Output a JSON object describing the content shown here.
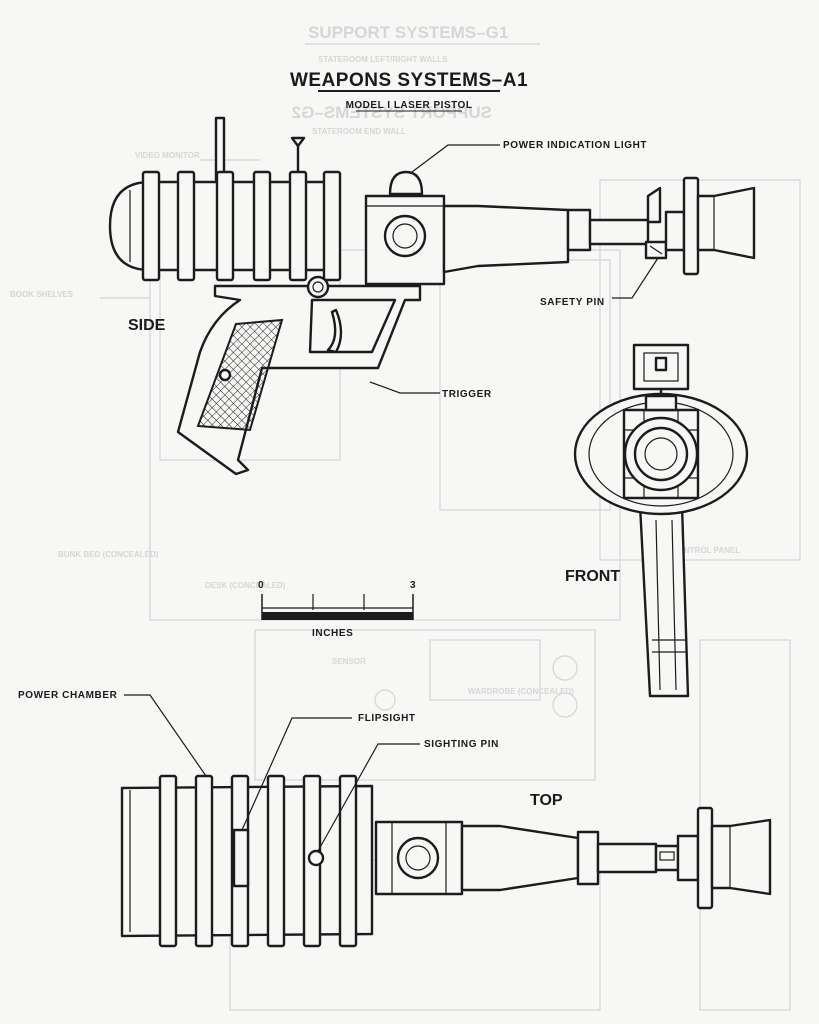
{
  "title": "WEAPONS SYSTEMS–A1",
  "subtitle": "MODEL I LASER PISTOL",
  "views": {
    "side": "SIDE",
    "front": "FRONT",
    "top": "TOP"
  },
  "callouts": {
    "power_indication_light": "POWER INDICATION LIGHT",
    "safety_pin": "SAFETY PIN",
    "trigger": "TRIGGER",
    "power_chamber": "POWER CHAMBER",
    "flipsight": "FLIPSIGHT",
    "sighting_pin": "SIGHTING PIN"
  },
  "scale": {
    "min": "0",
    "max": "3",
    "unit": "INCHES"
  },
  "background_text": {
    "header": "SUPPORT SYSTEMS–G1",
    "header_mirror": "SUPPORT SYSTEMS–G2",
    "sub1": "STATEROOM LEFT/RIGHT WALLS",
    "sub2": "STATEROOM END WALL",
    "video_monitor": "VIDEO MONITOR",
    "book_shelves": "BOOK SHELVES",
    "bunk_bed": "BUNK BED (CONCEALED)",
    "desk": "DESK (CONCEALED)",
    "control_panel": "CONTROL PANEL",
    "wardrobe": "WARDROBE (CONCEALED)",
    "sensor": "SENSOR"
  }
}
